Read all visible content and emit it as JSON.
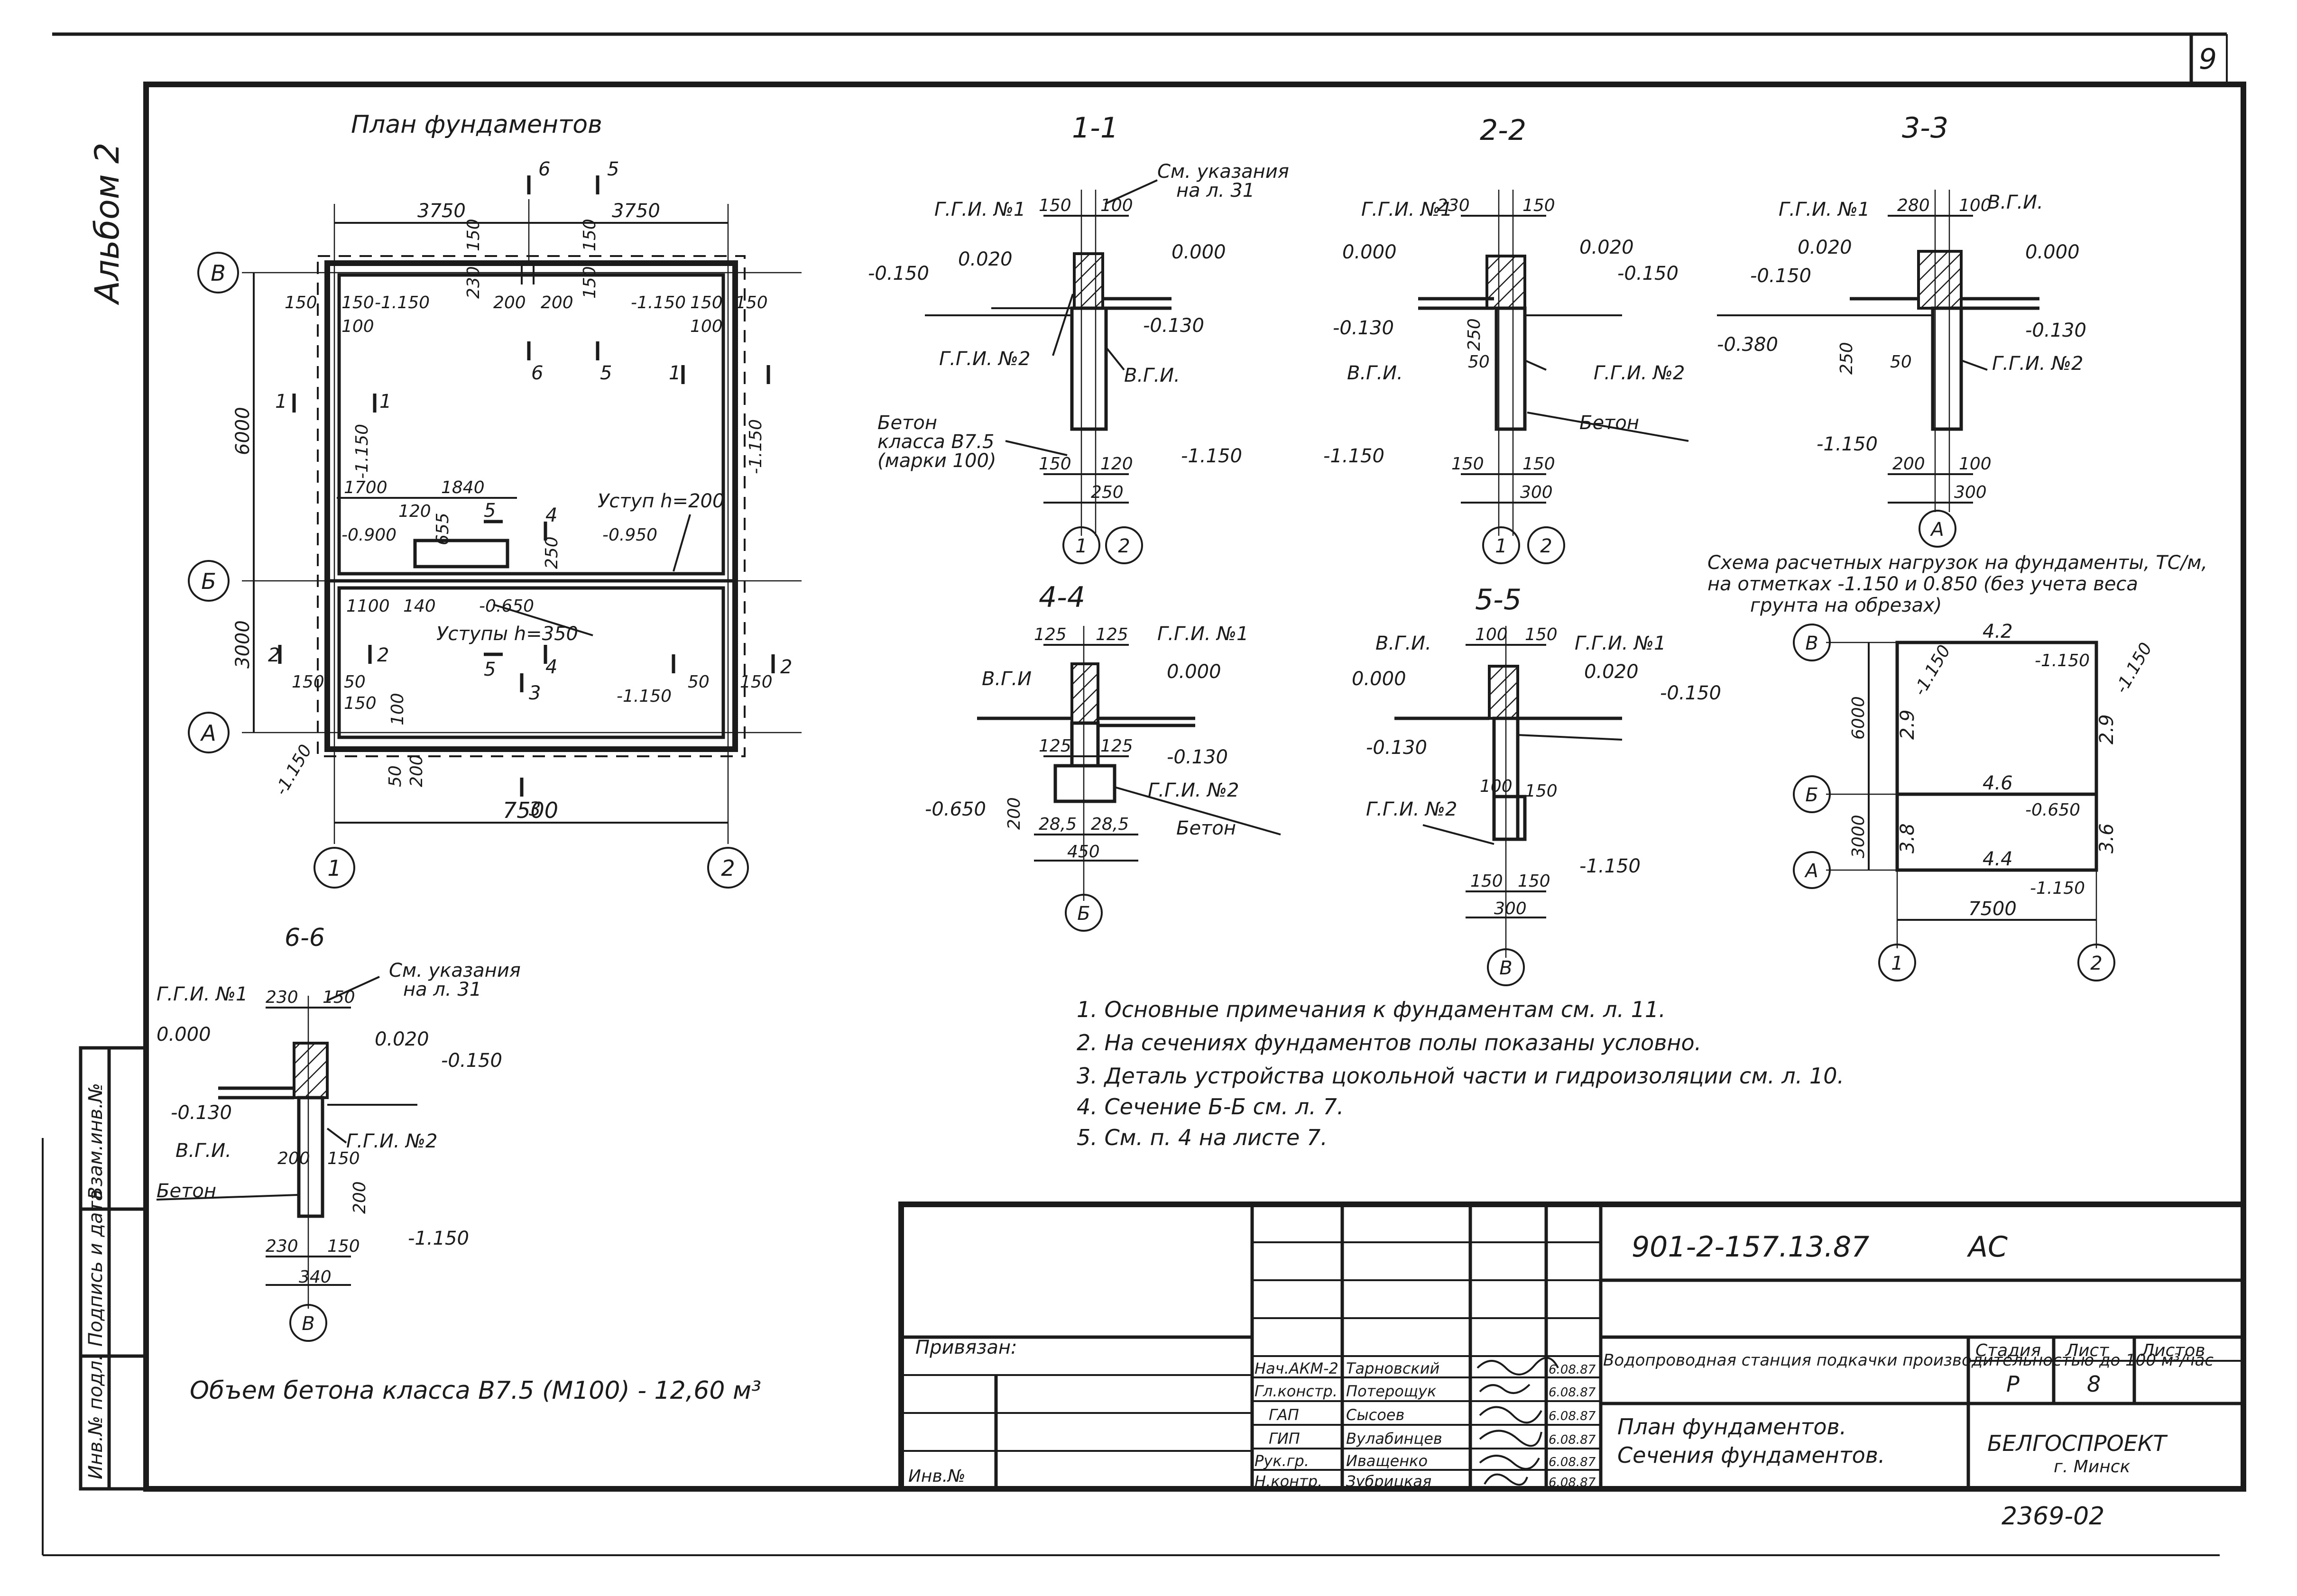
{
  "sheet": {
    "page_number": "9",
    "side_label": "Альбом 2",
    "doc_code": "901-2-157.13.87",
    "doc_suffix": "АС",
    "archive_number": "2369-02",
    "binding_label": "Привязан:",
    "inv_label": "Инв.№",
    "side_stamp": [
      "Инв.№ подл.",
      "Подпись и дата",
      "Взам.инв.№"
    ],
    "project_title": "Водопроводная станция подкачки производительностью до 100 м³/час",
    "sheet_title_line1": "План фундаментов.",
    "sheet_title_line2": "Сечения фундаментов.",
    "stage_header": "Стадия",
    "sheet_header": "Лист",
    "sheets_header": "Листов",
    "stage_value": "Р",
    "sheet_value": "8",
    "org_name": "БЕЛГОСПРОЕКТ",
    "org_city": "г. Минск",
    "signatures": [
      {
        "role": "Нач.АКМ-2",
        "name": "Тарновский",
        "date": "6.08.87"
      },
      {
        "role": "Гл.констр.",
        "name": "Потерощук",
        "date": "6.08.87"
      },
      {
        "role": "ГАП",
        "name": "Сысоев",
        "date": "6.08.87"
      },
      {
        "role": "ГИП",
        "name": "Вулабинцев",
        "date": "6.08.87"
      },
      {
        "role": "Рук.гр.",
        "name": "Иващенко",
        "date": "6.08.87"
      },
      {
        "role": "Н.контр.",
        "name": "Зубрицкая",
        "date": "6.08.87"
      }
    ]
  },
  "plan": {
    "title": "План фундаментов",
    "axes_letters": [
      "В",
      "Б",
      "А"
    ],
    "axes_numbers": [
      "1",
      "2"
    ],
    "dims": {
      "top_left": "3750",
      "top_right": "3750",
      "total": "7500",
      "left_upper": "6000",
      "left_lower": "3000",
      "d150": "150",
      "d100": "100",
      "d200": "200",
      "d230": "230",
      "d1700": "1700",
      "d1840": "1840",
      "d1100": "1100",
      "d120": "120",
      "d50": "50",
      "d140": "140",
      "d250": "250",
      "d655": "655"
    },
    "levels": {
      "m1150": "-1.150",
      "m0900": "-0.900",
      "m0950": "-0.950",
      "m0650": "-0.650"
    },
    "cuts": [
      "1",
      "2",
      "3",
      "4",
      "5",
      "6"
    ],
    "notes": {
      "step200": "Уступ h=200",
      "steps350": "Уступы h=350"
    }
  },
  "sections": {
    "s11": {
      "title": "1-1",
      "see_note": "См. указания",
      "see_sheet": "на л. 31",
      "d150": "150",
      "d100": "100",
      "d120": "120",
      "d250": "250",
      "lv_020": "0.020",
      "lv_000": "0.000",
      "lv_m150": "-0.150",
      "lv_m130": "-0.130",
      "lv_m1150": "-1.150",
      "ggi1": "Г.Г.И. №1",
      "ggi2": "Г.Г.И. №2",
      "vgi": "В.Г.И.",
      "beton": "Бетон",
      "beton_class": "класса В7.5",
      "beton_mark": "(марки 100)",
      "axes": [
        "1",
        "2"
      ]
    },
    "s22": {
      "title": "2-2",
      "d230": "230",
      "d150": "150",
      "d250": "250",
      "d50": "50",
      "d300": "300",
      "lv_000": "0.000",
      "lv_020": "0.020",
      "lv_m150": "-0.150",
      "lv_m130": "-0.130",
      "lv_m1150": "-1.150",
      "ggi1": "Г.Г.И. №1",
      "ggi2": "Г.Г.И. №2",
      "vgi": "В.Г.И.",
      "beton": "Бетон",
      "axes": [
        "1",
        "2"
      ]
    },
    "s33": {
      "title": "3-3",
      "d280": "280",
      "d100": "100",
      "d250": "250",
      "d50": "50",
      "d200": "200",
      "d300": "300",
      "lv_020": "0.020",
      "lv_000": "0.000",
      "lv_m150": "-0.150",
      "lv_m380": "-0.380",
      "lv_m130": "-0.130",
      "lv_m1150": "-1.150",
      "ggi1": "Г.Г.И. №1",
      "ggi2": "Г.Г.И. №2",
      "vgi": "В.Г.И.",
      "axis": "А"
    },
    "s44": {
      "title": "4-4",
      "d125": "125",
      "d200": "200",
      "d285": "28,5",
      "d450": "450",
      "lv_000": "0.000",
      "lv_m130": "-0.130",
      "lv_m650": "-0.650",
      "ggi1": "Г.Г.И. №1",
      "ggi2": "Г.Г.И. №2",
      "vgi": "В.Г.И",
      "beton": "Бетон",
      "axis": "Б"
    },
    "s55": {
      "title": "5-5",
      "d100": "100",
      "d150": "150",
      "d300": "300",
      "lv_000": "0.000",
      "lv_020": "0.020",
      "lv_m150": "-0.150",
      "lv_m130": "-0.130",
      "lv_m1150": "-1.150",
      "ggi1": "Г.Г.И. №1",
      "ggi2": "Г.Г.И. №2",
      "vgi": "В.Г.И.",
      "axis": "В"
    },
    "s66": {
      "title": "6-6",
      "see_note": "См. указания",
      "see_sheet": "на л. 31",
      "d230": "230",
      "d150": "150",
      "d200": "200",
      "d340": "340",
      "lv_000": "0.000",
      "lv_020": "0.020",
      "lv_m150": "-0.150",
      "lv_m130": "-0.130",
      "lv_m1150": "-1.150",
      "ggi1": "Г.Г.И. №1",
      "ggi2": "Г.Г.И. №2",
      "vgi": "В.Г.И.",
      "beton": "Бетон",
      "axis": "В"
    }
  },
  "loads": {
    "caption1": "Схема расчетных нагрузок на фундаменты, ТС/м,",
    "caption2": "на отметках -1.150 и 0.850 (без учета веса",
    "caption3": "грунта на обрезах)",
    "axes": [
      "В",
      "Б",
      "А",
      "1",
      "2"
    ],
    "v_top": "4.2",
    "v_mid": "4.6",
    "v_bot": "4.4",
    "v_left_upper": "2.9",
    "v_right_upper": "2.9",
    "v_left_lower": "3.8",
    "v_right_lower": "3.6",
    "lv_1150": "-1.150",
    "lv_650": "-0.650",
    "d6000": "6000",
    "d3000": "3000",
    "d7500": "7500"
  },
  "notes": [
    "1. Основные примечания к фундаментам см. л. 11.",
    "2. На сечениях фундаментов полы показаны условно.",
    "3. Деталь устройства цокольной части и гидроизоляции см. л. 10.",
    "4. Сечение Б-Б см. л. 7.",
    "5. См. п. 4 на листе 7."
  ],
  "concrete_volume": "Объем бетона класса В7.5 (М100) - 12,60 м³"
}
